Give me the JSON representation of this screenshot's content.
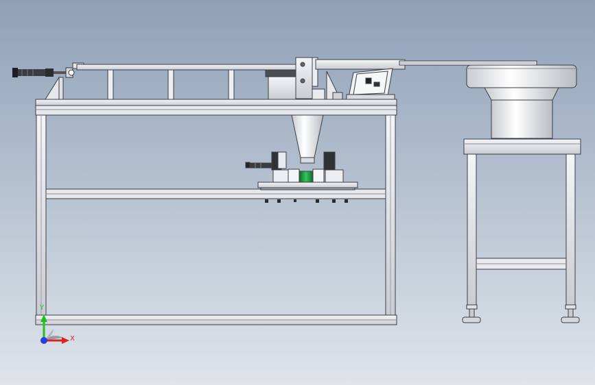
{
  "view": {
    "type": "CAD 3D model front view",
    "background_top": "#8fa0b7",
    "background_bottom": "#dfe4ea"
  },
  "triad": {
    "x_label": "X",
    "y_label": "Y",
    "x_color": "#e02020",
    "y_color": "#20c020",
    "z_color": "#2040e0"
  }
}
